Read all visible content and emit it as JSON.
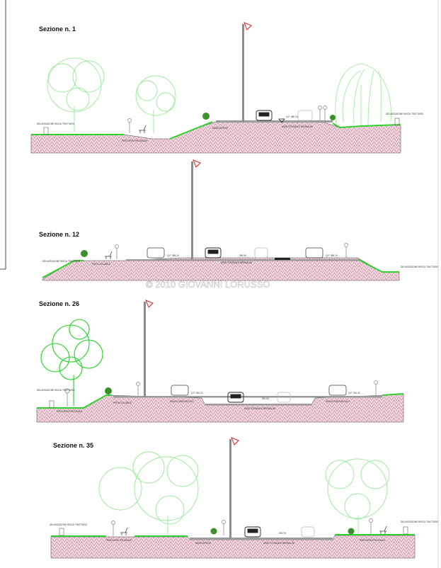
{
  "watermark": "© 2010 GIOVANNI LORUSSO",
  "sections": [
    {
      "title": "Sezione  n.   1",
      "labels": [
        "DELIMITAZIONE RISGU TRATTURO",
        "PERCORSO PEDONALE",
        "MARCIAPIEDE",
        "ASSE STRADALE BERNALINI",
        "DELIMITAZIONE RISGU TRATTURO"
      ],
      "levels": [
        "Q.P. 380.20"
      ]
    },
    {
      "title": "Sezione  n.   12",
      "labels": [
        "DELIMITAZIONE RISGU TRATTURO",
        "PISTA CICLABILE",
        "ASSE STRADALE BERNALINI",
        "DELIMITAZIONE RISGU TRATTURO"
      ],
      "levels": [
        "Q.P. 389.16",
        "389.08",
        "Q.P. 389.16"
      ]
    },
    {
      "title": "Sezione  n.   26",
      "labels": [
        "DELIMITAZIONE RISGU TRATTURO",
        "PERCORSO PEDONALE",
        "PISTA CICLABILE",
        "SPAZIO PARCHEGGIO",
        "ASSE STRADALE BERNALINI",
        "SPAZIO PARCHEGGIO"
      ],
      "levels": [
        "Q.P. 391.03",
        "391.02",
        "Q.P. 391.02"
      ]
    },
    {
      "title": "Sezione  n.   35",
      "labels": [
        "DELIMITAZIONE RISGU TRATTURO",
        "PERCORSO PEDONALE",
        "MARCIAPIEDE",
        "ASSE STRADALE BERNALINI",
        "PERCORSO PEDONALE",
        "DELIMITAZIONE RISGU TRATTURO"
      ],
      "levels": [
        "393.29"
      ]
    }
  ],
  "colors": {
    "ground_fill": "#f2dde4",
    "ground_hatch": "#c98aa0",
    "grass": "#2fd12f",
    "tree_light": "#9ae89a",
    "tree_bright": "#1fd31f",
    "asphalt": "#9a9a9a",
    "pole": "#8c8c8c",
    "flag": "#e02020"
  }
}
